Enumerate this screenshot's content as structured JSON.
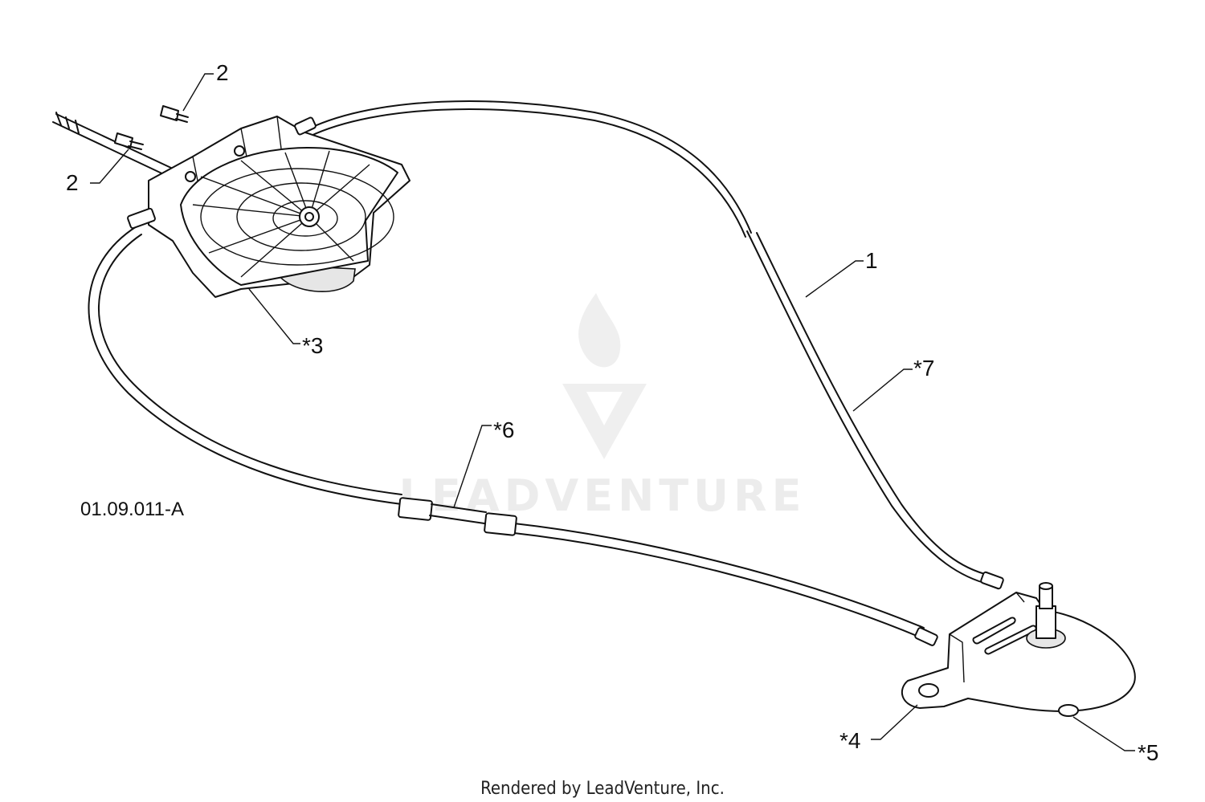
{
  "diagram": {
    "drawing_code": "01.09.011-A",
    "credit": "Rendered by LeadVenture, Inc.",
    "watermark": "LEADVENTURE",
    "callouts": [
      {
        "id": "callout-2-top",
        "text": "2"
      },
      {
        "id": "callout-2-left",
        "text": "2"
      },
      {
        "id": "callout-3",
        "text": "*3"
      },
      {
        "id": "callout-1",
        "text": "1"
      },
      {
        "id": "callout-7",
        "text": "*7"
      },
      {
        "id": "callout-6",
        "text": "*6"
      },
      {
        "id": "callout-4",
        "text": "*4"
      },
      {
        "id": "callout-5",
        "text": "*5"
      }
    ]
  }
}
